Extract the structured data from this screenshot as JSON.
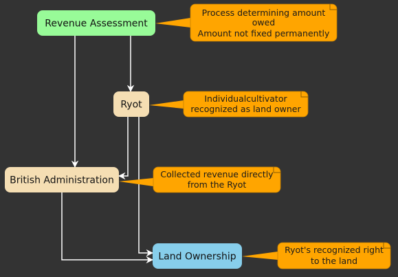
{
  "colors": {
    "background": "#333333",
    "edge": "#ffffff",
    "note_fill": "#ffa500",
    "note_stroke": "#c98200"
  },
  "nodes": [
    {
      "id": "revenue",
      "label": "Revenue Assessment",
      "fill": "#98fb98"
    },
    {
      "id": "ryot",
      "label": "Ryot",
      "fill": "#f5deb3"
    },
    {
      "id": "british",
      "label": "British Administration",
      "fill": "#f5deb3"
    },
    {
      "id": "land",
      "label": "Land Ownership",
      "fill": "#87ceeb"
    }
  ],
  "notes": [
    {
      "id": "note-revenue",
      "lines": [
        "Process determining amount",
        "owed",
        "Amount not fixed permanently"
      ]
    },
    {
      "id": "note-ryot",
      "lines": [
        "Individualcultivator",
        "recognized as land owner"
      ]
    },
    {
      "id": "note-british",
      "lines": [
        "Collected revenue directly",
        "from the Ryot"
      ]
    },
    {
      "id": "note-land",
      "lines": [
        "Ryot's recognized right",
        "to the land"
      ]
    }
  ],
  "edges": [
    {
      "from": "revenue",
      "to": "ryot"
    },
    {
      "from": "revenue",
      "to": "british"
    },
    {
      "from": "ryot",
      "to": "british"
    },
    {
      "from": "ryot",
      "to": "land"
    },
    {
      "from": "british",
      "to": "land"
    }
  ]
}
